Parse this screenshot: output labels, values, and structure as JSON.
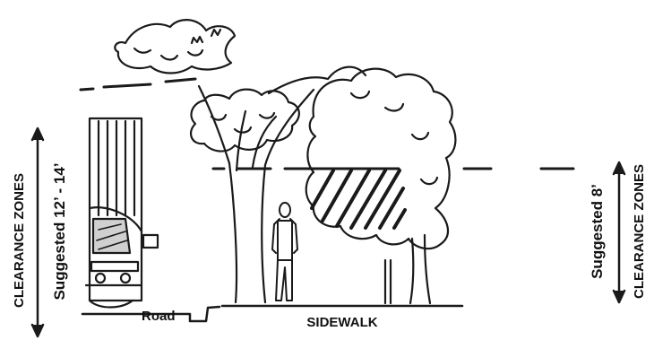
{
  "labels": {
    "left_zone": "CLEARANCE ZONES",
    "left_suggested": "Suggested 12’ - 14’",
    "right_suggested": "Suggested 8’",
    "right_zone": "CLEARANCE ZONES",
    "road": "Road",
    "sidewalk": "SIDEWALK"
  },
  "colors": {
    "ink": "#111111",
    "background": "#ffffff"
  }
}
